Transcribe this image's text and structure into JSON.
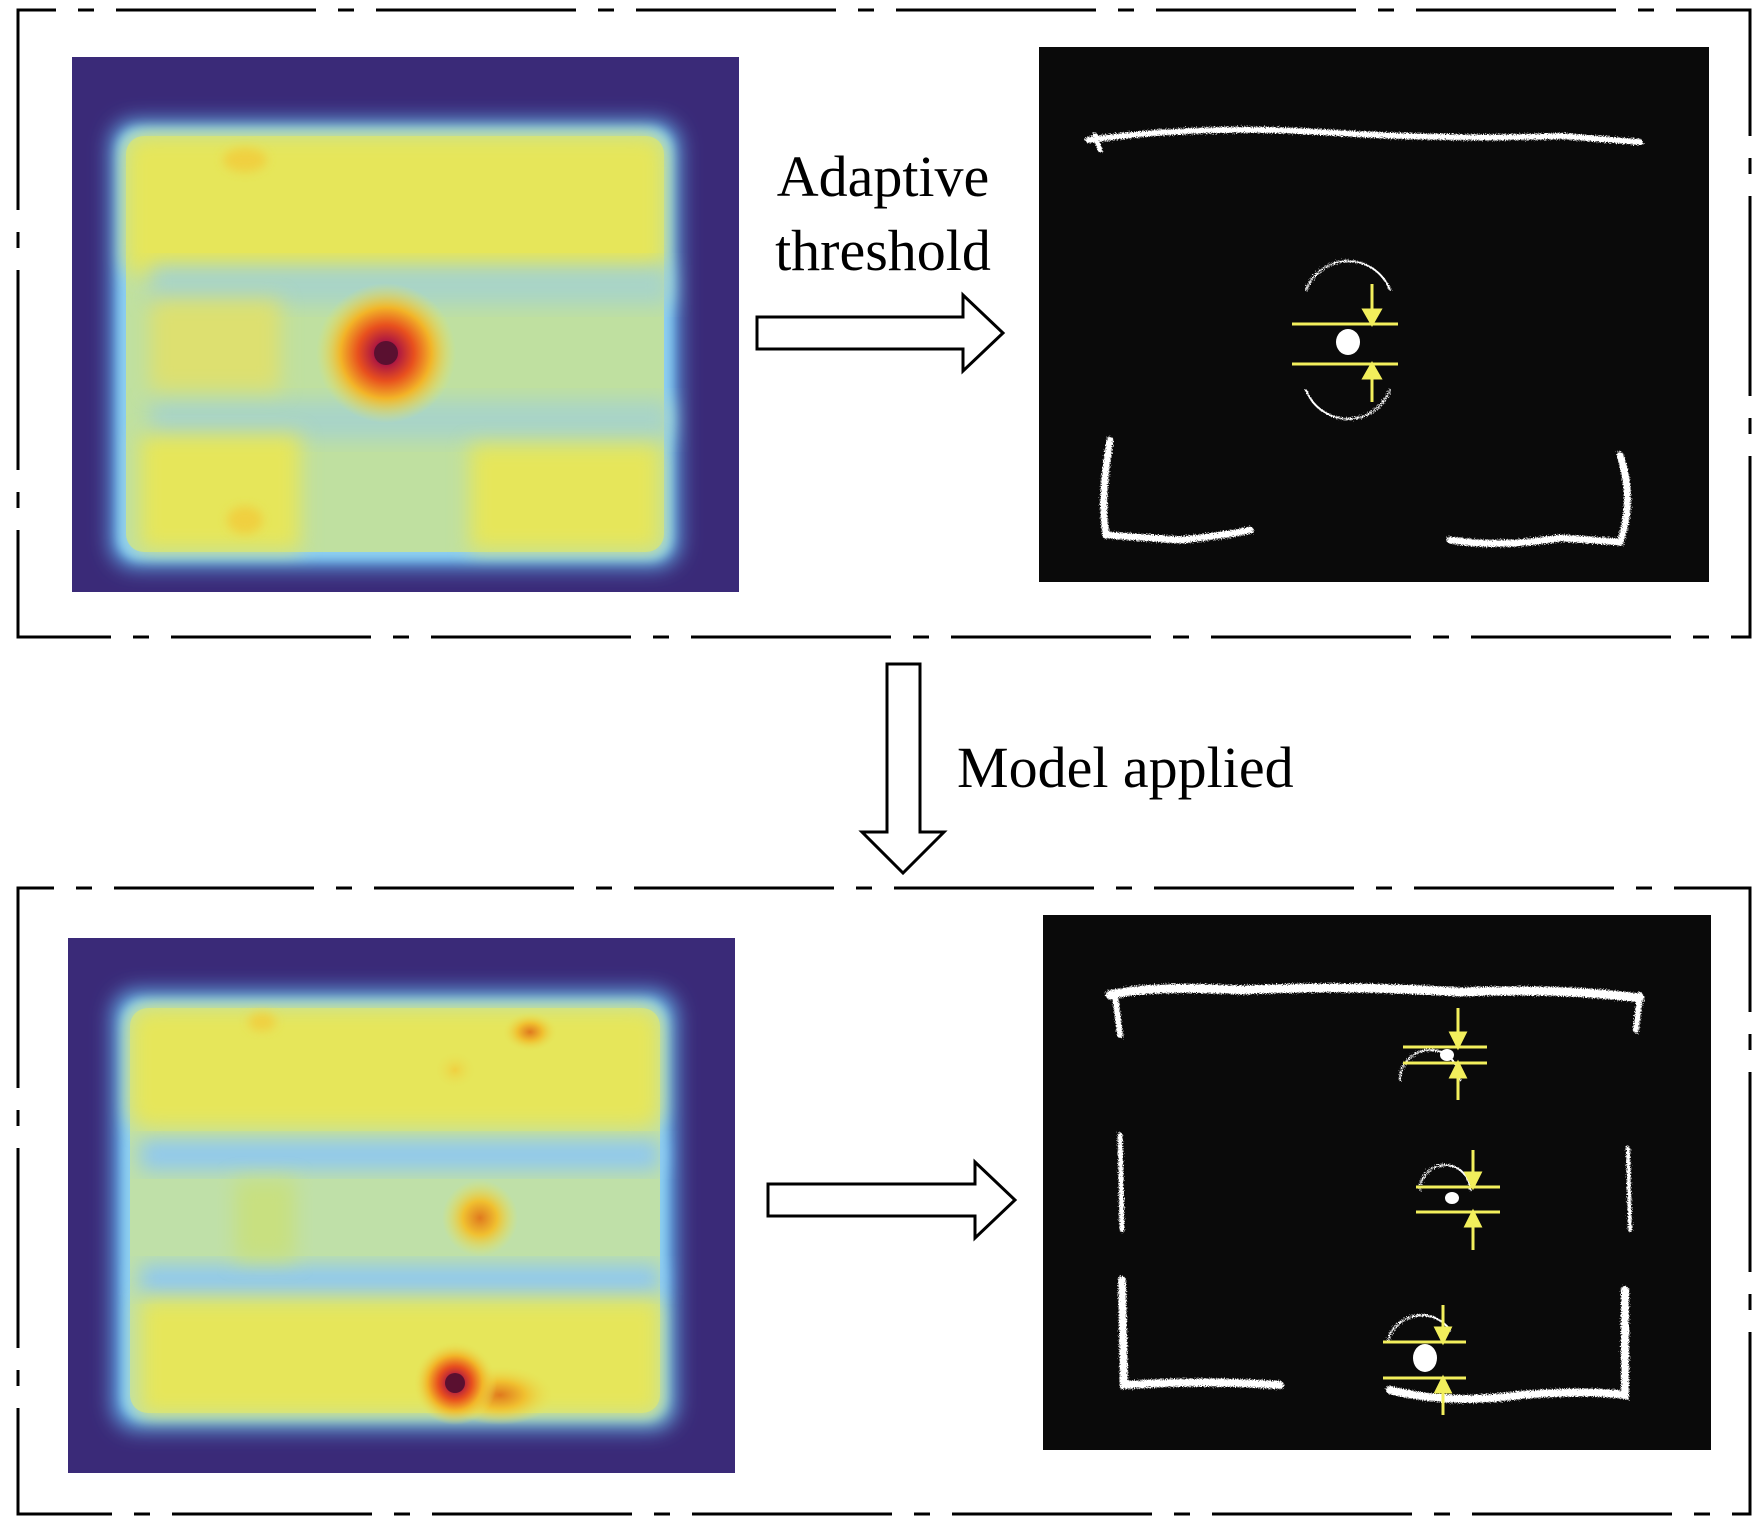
{
  "figure": {
    "top_arrow_label_line1": "Adaptive",
    "top_arrow_label_line2": "threshold",
    "middle_arrow_label": "Model applied"
  },
  "colors": {
    "background_outer": "#3a2a78",
    "heat_low": "#8fd0f0",
    "heat_mid": "#a8d8a8",
    "heat_high": "#e6e65a",
    "hot_core": "#8a1030",
    "binary_background": "#0a0a0a",
    "binary_foreground": "#ffffff",
    "marker_yellow": "#f2ef5c"
  }
}
